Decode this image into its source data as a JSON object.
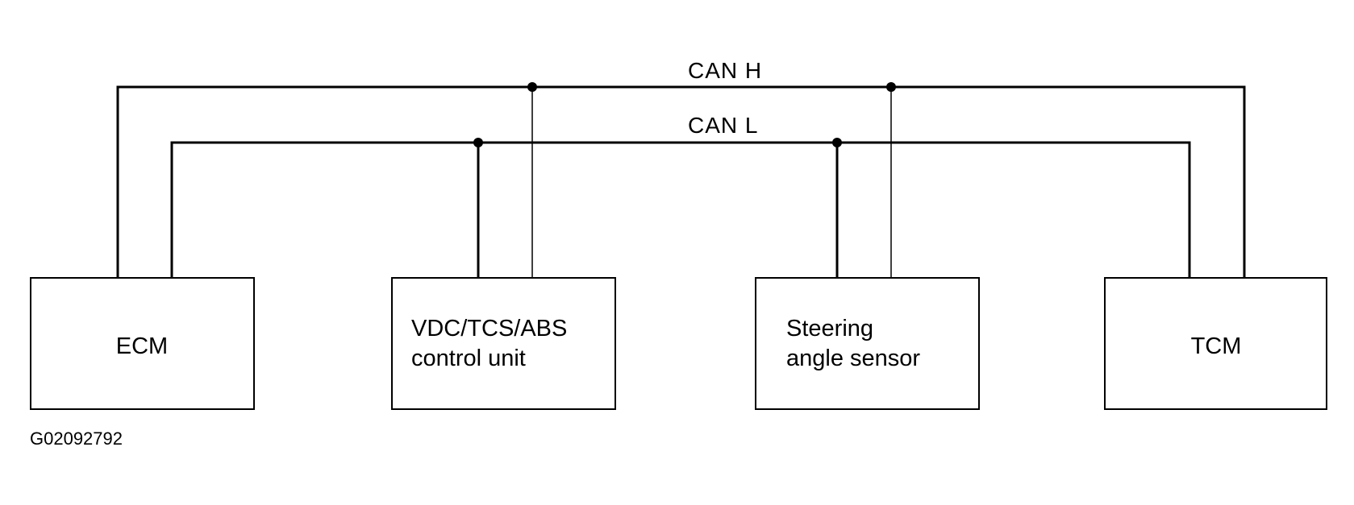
{
  "buses": {
    "can_h": "CAN H",
    "can_l": "CAN L"
  },
  "modules": {
    "ecm": "ECM",
    "vdc": {
      "line1": "VDC/TCS/ABS",
      "line2": "control unit"
    },
    "steering": {
      "line1": "Steering",
      "line2": "angle sensor"
    },
    "tcm": "TCM"
  },
  "figure_id": "G02092792",
  "colors": {
    "line": "#000000",
    "background": "#ffffff"
  }
}
